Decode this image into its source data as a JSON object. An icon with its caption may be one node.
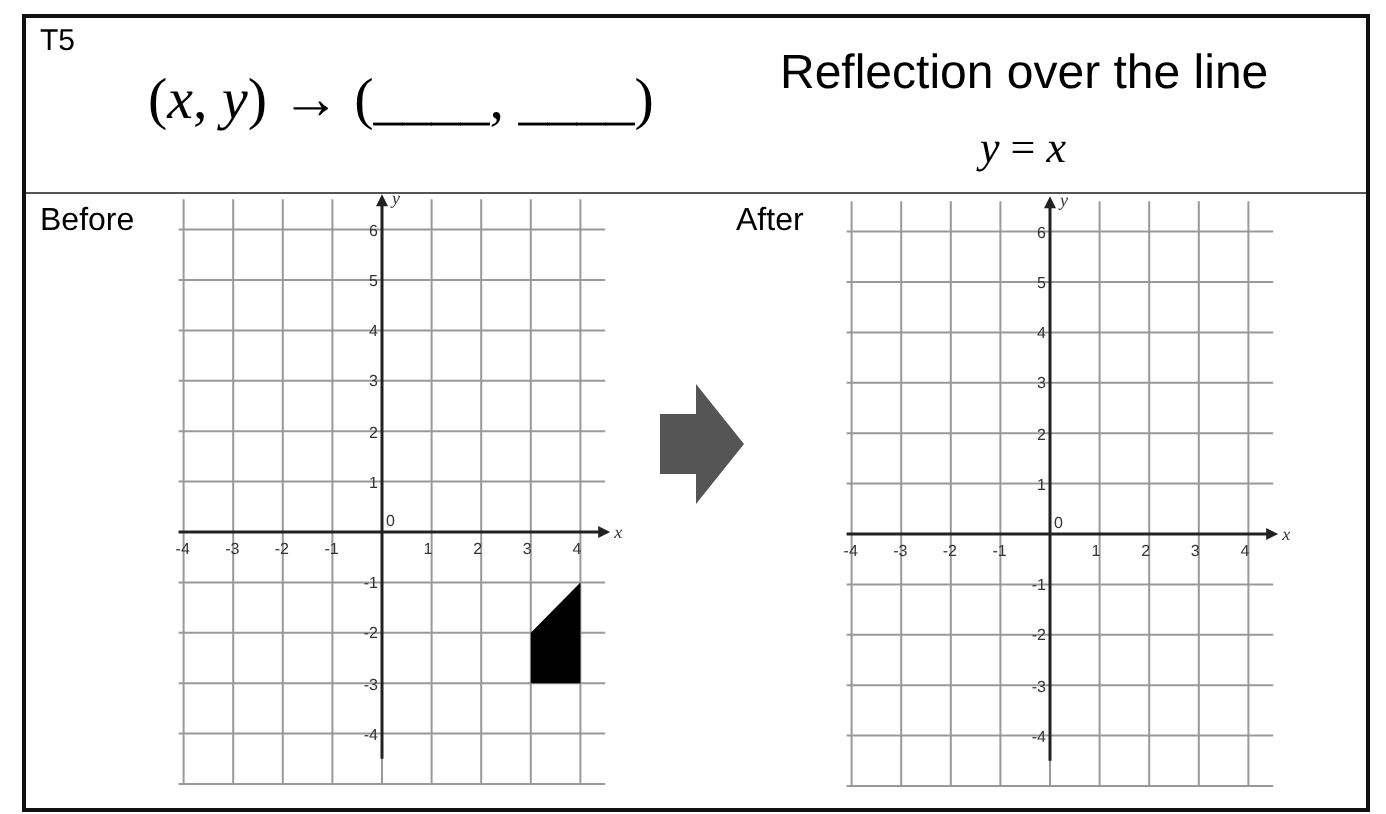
{
  "diagram": {
    "nodes": [
      {
        "text": [
          "Before"
        ]
      },
      {
        "text": [
          "After"
        ]
      }
    ],
    "edges": [
      {
        "from": 0,
        "to": 1,
        "arrow": "to",
        "style": "thick"
      }
    ],
    "labels": [
      "T5",
      "(*x*, *y*) → (____, ____)",
      "Reflection over the line",
      "*y* = *x*",
      "-4",
      "-3",
      "-2",
      "-1",
      "0",
      "1",
      "2",
      "3",
      "4",
      "x",
      "6",
      "5",
      "4",
      "3",
      "2",
      "1",
      "-1",
      "-2",
      "-3",
      "-4",
      "y",
      "-4",
      "-3",
      "-2",
      "-1",
      "0",
      "1",
      "2",
      "3",
      "4",
      "x",
      "6",
      "5",
      "4",
      "3",
      "2",
      "1",
      "-1",
      "-2",
      "-3",
      "-4",
      "y"
    ]
  }
}
